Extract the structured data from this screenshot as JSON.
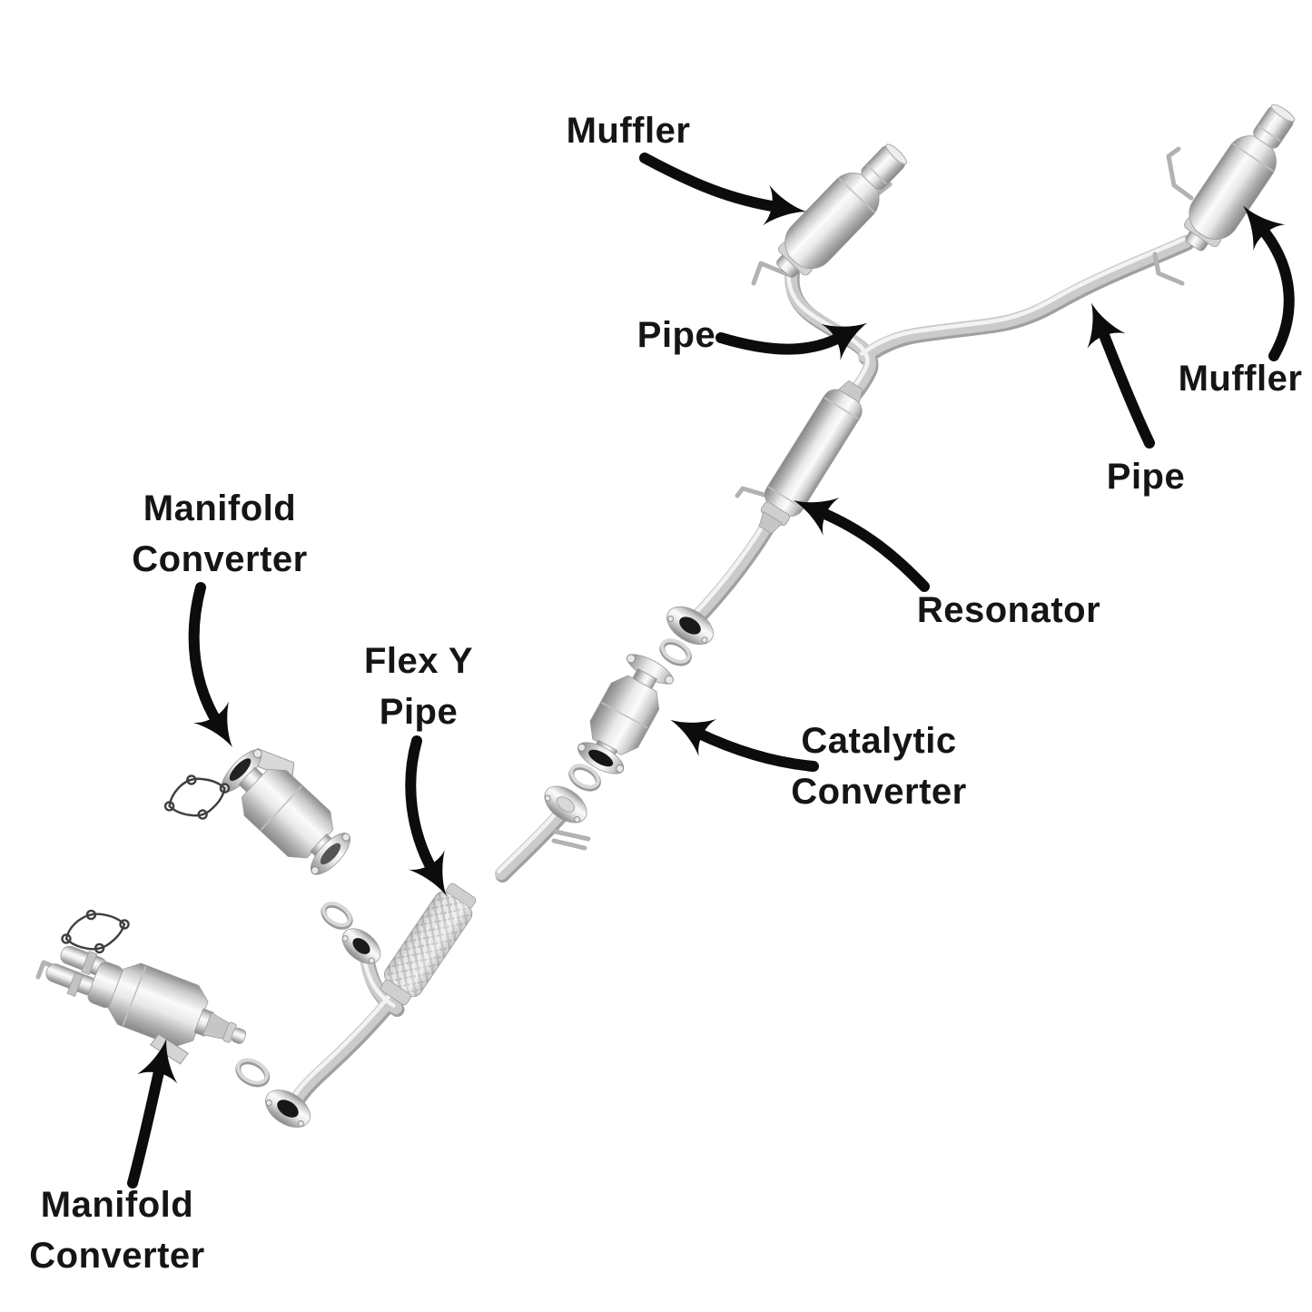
{
  "page": {
    "background": "#ffffff"
  },
  "diagram": {
    "type": "exploded-parts-diagram",
    "subject": "vehicle exhaust system",
    "text_color": "#151515",
    "arrow_color": "#0c0c0c",
    "metal_colors": {
      "light": "#fbfbfb",
      "mid": "#cbcbcb",
      "dark": "#878787"
    },
    "labels": {
      "muffler_left": "Muffler",
      "pipe_left": "Pipe",
      "muffler_right": "Muffler",
      "pipe_right": "Pipe",
      "resonator": "Resonator",
      "manifold_converter_upper": {
        "line1": "Manifold",
        "line2": "Converter"
      },
      "flex_y_pipe": {
        "line1": "Flex Y",
        "line2": "Pipe"
      },
      "catalytic_converter": {
        "line1": "Catalytic",
        "line2": "Converter"
      },
      "manifold_converter_lower": {
        "line1": "Manifold",
        "line2": "Converter"
      }
    },
    "parts": [
      "muffler-left",
      "muffler-right",
      "tail-pipe-right",
      "y-junction-pipe",
      "resonator",
      "intermediate-pipe",
      "catalytic-converter",
      "flex-y-pipe",
      "manifold-converter-upper",
      "manifold-converter-lower",
      "ring-gasket-1",
      "ring-gasket-2",
      "ring-gasket-3",
      "ring-gasket-4",
      "manifold-gasket-upper",
      "manifold-gasket-lower",
      "flange-resonator-outlet",
      "flange-ypipe-inlet",
      "flange-ypipe-branch",
      "flange-ypipe-lower"
    ]
  }
}
